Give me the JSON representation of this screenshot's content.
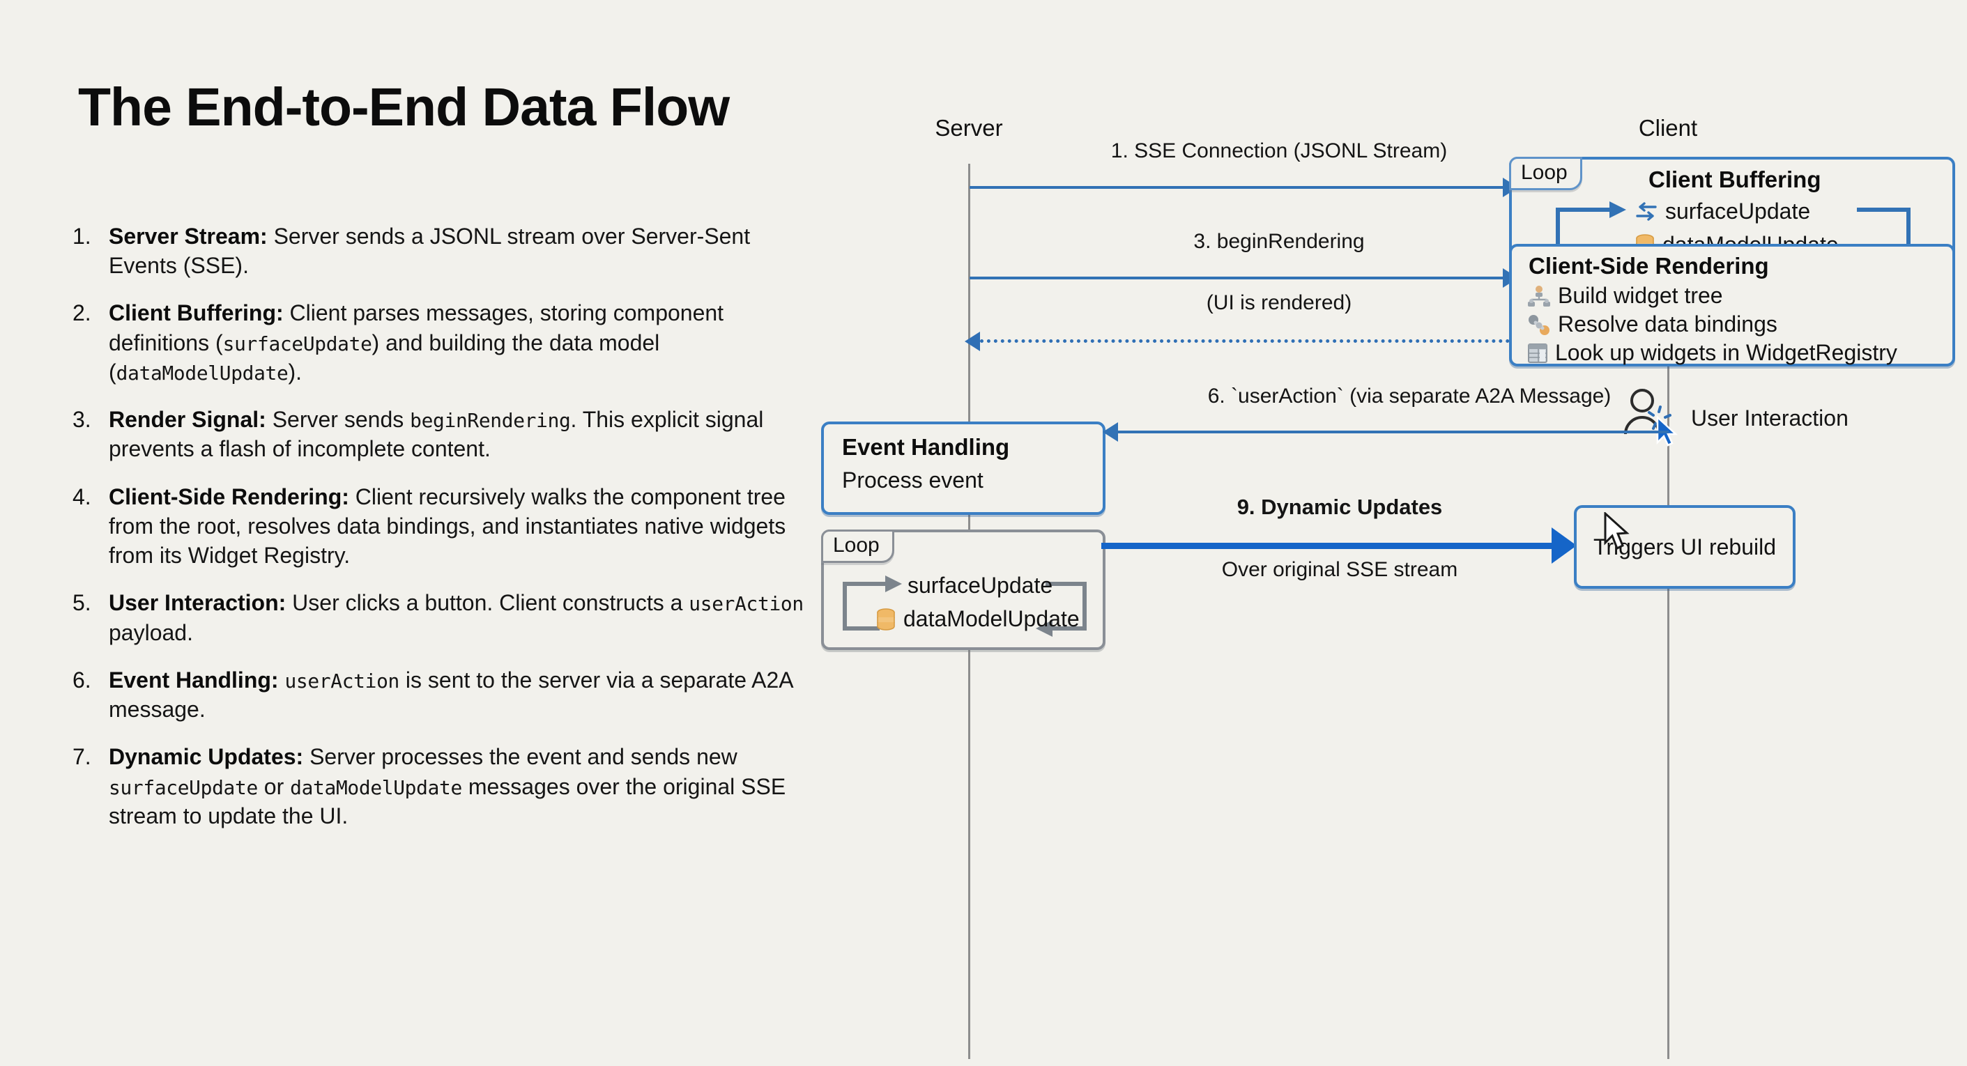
{
  "page": {
    "title": "The End-to-End Data Flow",
    "background_color": "#f2f1ec",
    "accent_color": "#3272b5",
    "accent_strong_color": "#1565c8",
    "grey_color": "#8a8f96"
  },
  "steps": [
    {
      "number": "1.",
      "title": "Server Stream:",
      "text": " Server sends a JSONL stream over Server-Sent Events (SSE)."
    },
    {
      "number": "2.",
      "title": "Client Buffering:",
      "text": " Client parses messages, storing component definitions (`surfaceUpdate`) and building the data model (`dataModelUpdate`)."
    },
    {
      "number": "3.",
      "title": "Render Signal:",
      "text": " Server sends `beginRendering`. This explicit signal prevents a flash of incomplete content."
    },
    {
      "number": "4.",
      "title": "Client-Side Rendering:",
      "text": " Client recursively walks the component tree from the root, resolves data bindings, and instantiates native widgets from its Widget Registry."
    },
    {
      "number": "5.",
      "title": "User Interaction:",
      "text": " User clicks a button. Client constructs a `userAction` payload."
    },
    {
      "number": "6.",
      "title": "Event Handling:",
      "text": " `userAction` is sent to the server via a separate A2A message."
    },
    {
      "number": "7.",
      "title": "Dynamic Updates:",
      "text": " Server processes the event and sends new `surfaceUpdate` or `dataModelUpdate` messages over the original SSE stream to update the UI."
    }
  ],
  "diagram": {
    "lifelines": [
      {
        "name": "Server",
        "label": "Server"
      },
      {
        "name": "Client",
        "label": "Client"
      }
    ],
    "messages": [
      {
        "id": "m1",
        "label": "1. SSE Connection (JSONL Stream)",
        "direction": "server-to-client",
        "style": "solid"
      },
      {
        "id": "m3",
        "label": "3. beginRendering",
        "direction": "server-to-client",
        "style": "solid"
      },
      {
        "id": "m-render",
        "label": "(UI is rendered)",
        "direction": "client-to-server",
        "style": "dotted"
      },
      {
        "id": "m6",
        "label": "6. `userAction` (via separate A2A Message)",
        "direction": "client-to-server",
        "style": "solid"
      },
      {
        "id": "m9",
        "label": "9. Dynamic Updates",
        "sublabel": "Over original SSE stream",
        "direction": "server-to-client",
        "style": "thick"
      }
    ],
    "client_buffering_box": {
      "loop_tab": "Loop",
      "title": "Client Buffering",
      "items": [
        {
          "icon": "exchange-icon",
          "label": "surfaceUpdate"
        },
        {
          "icon": "database-icon",
          "label": "dataModelUpdate"
        }
      ]
    },
    "client_rendering_box": {
      "title": "Client-Side Rendering",
      "items": [
        {
          "icon": "org-tree-icon",
          "label": "Build widget tree"
        },
        {
          "icon": "data-binding-icon",
          "label": "Resolve data bindings"
        },
        {
          "icon": "registry-table-icon",
          "label": "Look up widgets in WidgetRegistry"
        }
      ]
    },
    "user_interaction": {
      "icon": "user-click-icon",
      "label": "User Interaction"
    },
    "event_handling_box": {
      "title": "Event Handling",
      "subtitle": "Process event"
    },
    "server_loop_box": {
      "loop_tab": "Loop",
      "items": [
        {
          "icon": "none",
          "label": "surfaceUpdate"
        },
        {
          "icon": "database-icon",
          "label": "dataModelUpdate"
        }
      ]
    },
    "trigger_box": {
      "label": "Triggers UI rebuild"
    }
  }
}
